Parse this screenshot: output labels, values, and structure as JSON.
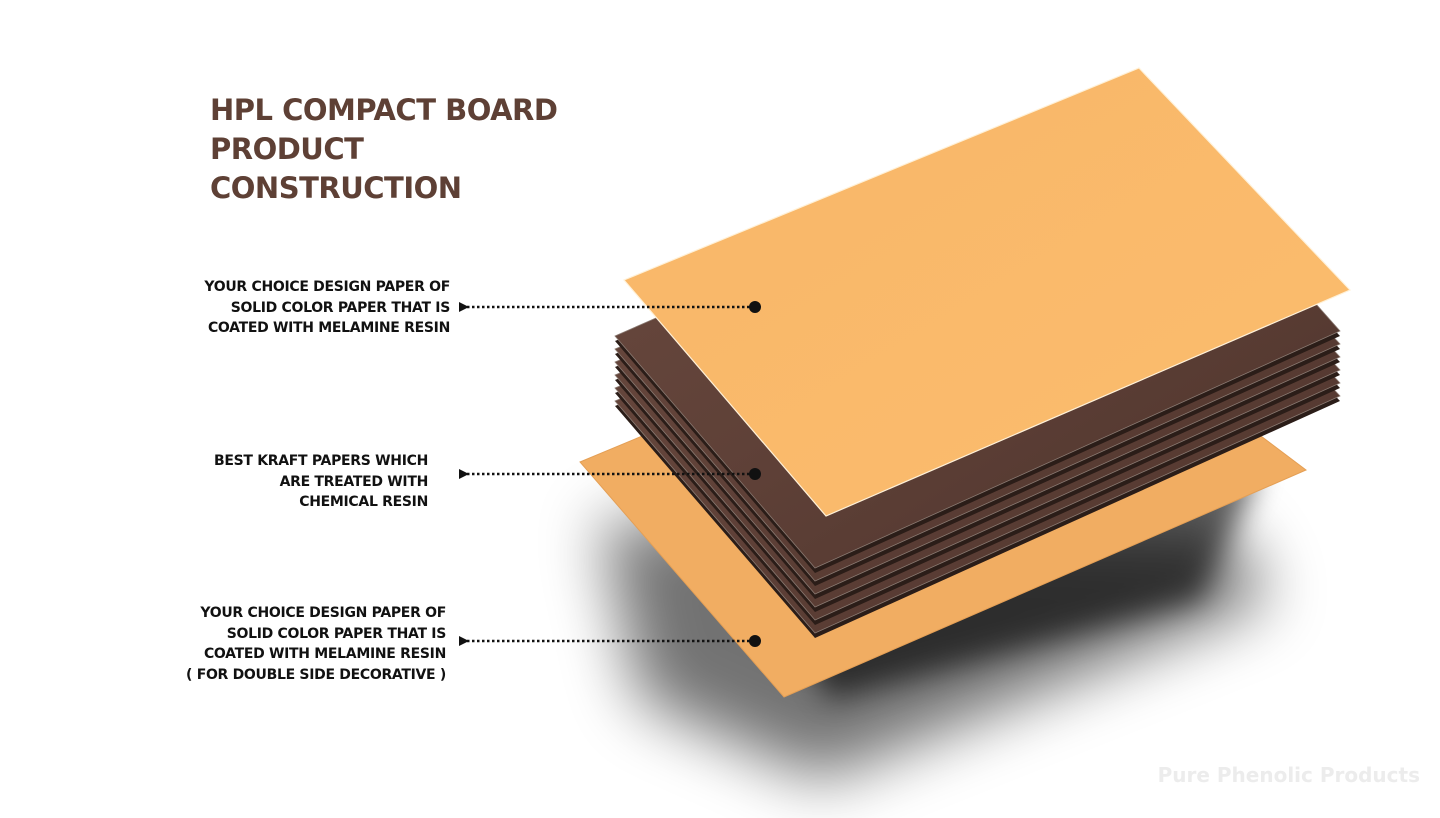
{
  "title": {
    "lines": [
      "HPL COMPACT BOARD",
      "PRODUCT",
      "CONSTRUCTION"
    ]
  },
  "labels": {
    "top": {
      "lines": [
        "YOUR CHOICE DESIGN PAPER OF",
        "SOLID COLOR PAPER THAT IS",
        "COATED WITH MELAMINE RESIN"
      ]
    },
    "middle": {
      "lines": [
        "BEST KRAFT PAPERS WHICH",
        "ARE TREATED WITH",
        "CHEMICAL RESIN"
      ]
    },
    "bottom": {
      "lines": [
        "YOUR CHOICE DESIGN PAPER OF",
        "SOLID COLOR PAPER THAT IS",
        "COATED WITH MELAMINE RESIN",
        "( FOR DOUBLE SIDE DECORATIVE )"
      ]
    }
  },
  "watermark": "Pure Phenolic Products",
  "colors": {
    "decor_paper": "#f9b96a",
    "decor_paper_bottom": "#f1ad62",
    "kraft_paper": "#5e4037",
    "kraft_edge": "#2b1d18",
    "title": "#5e4035",
    "label_text": "#111111",
    "pointer": "#111111"
  }
}
